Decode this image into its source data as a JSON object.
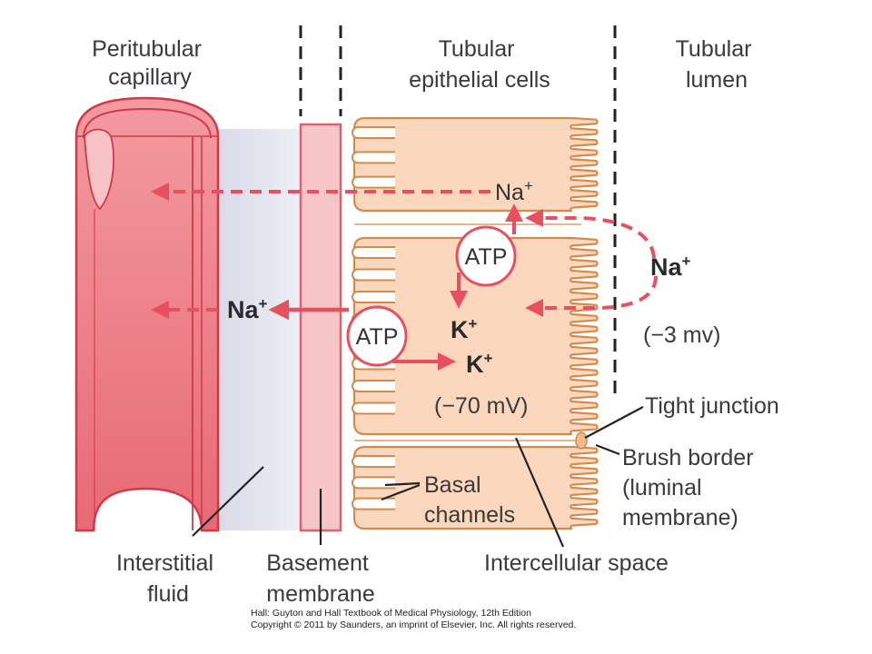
{
  "labels": {
    "peritubular_capillary": [
      "Peritubular",
      "capillary"
    ],
    "tubular_epithelial_cells": [
      "Tubular",
      "epithelial cells"
    ],
    "tubular_lumen": [
      "Tubular",
      "lumen"
    ],
    "interstitial_fluid": [
      "Interstitial",
      "fluid"
    ],
    "basement_membrane": [
      "Basement",
      "membrane"
    ],
    "intercellular_space": "Intercellular space",
    "basal_channels": [
      "Basal",
      "channels"
    ],
    "tight_junction": "Tight junction",
    "brush_border": [
      "Brush border",
      "(luminal",
      "membrane)"
    ],
    "cell_potential": "(−70 mV)",
    "lumen_potential": "(−3 mv)"
  },
  "ions": {
    "na_base": "Na",
    "na_charge": "+",
    "k_base": "K",
    "k_charge": "+"
  },
  "pumps": {
    "upper": "ATP",
    "lower": "ATP"
  },
  "credit": [
    "Hall: Guyton and Hall Textbook of Medical Physiology, 12th Edition",
    "Copyright © 2011 by Saunders, an imprint of Elsevier, Inc. All rights reserved."
  ],
  "colors": {
    "arrow": "#e8505f",
    "capillary_fill": "#f08f96",
    "capillary_stroke": "#d13848",
    "membrane_fill": "#f6c6c6",
    "cell_fill": "#fbd7bd",
    "cell_stroke": "#d48a4a",
    "interstitial": "#e3e3ee"
  }
}
